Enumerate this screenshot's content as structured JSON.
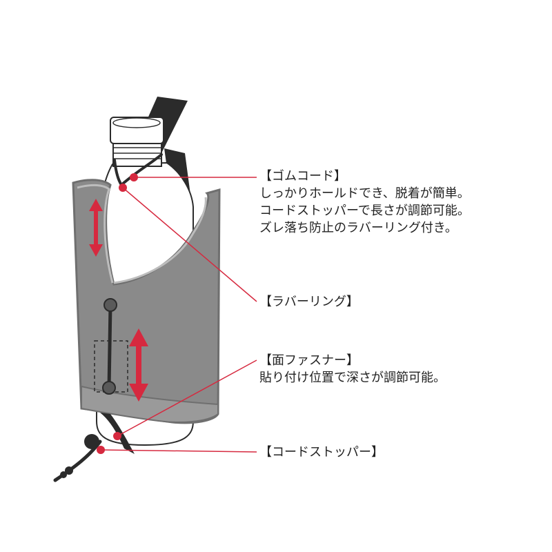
{
  "colors": {
    "accent_red": "#d6293f",
    "sleeve_gray": "#8a8a8a",
    "sleeve_edge": "#6f6f6f",
    "cord_dark": "#2b2b2b"
  },
  "callouts": {
    "gum_cord": {
      "title": "【ゴムコード】",
      "lines": [
        "しっかりホールドでき、脱着が簡単。",
        "コードストッパーで長さが調節可能。",
        "ズレ落ち防止のラバーリング付き。"
      ]
    },
    "rubber_ring": {
      "title": "【ラバーリング】"
    },
    "velcro": {
      "title": "【面ファスナー】",
      "lines": [
        "貼り付け位置で深さが調節可能。"
      ]
    },
    "cord_stopper": {
      "title": "【コードストッパー】"
    }
  }
}
